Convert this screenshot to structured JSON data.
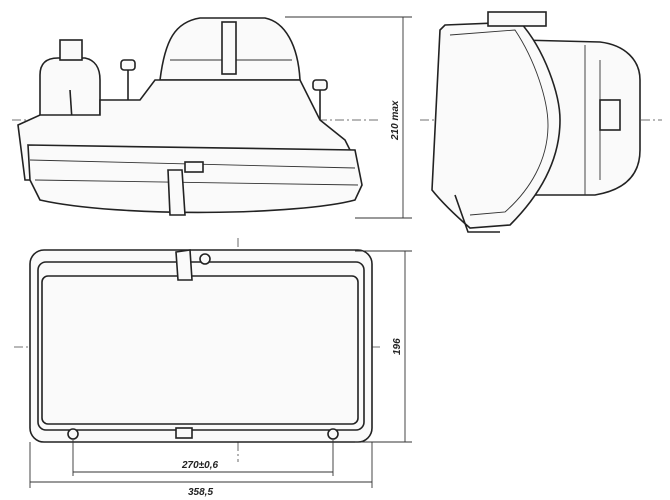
{
  "drawing": {
    "title": "Headlight dimensional drawing",
    "dimensions": {
      "height_side": "210 max",
      "height_front": "196",
      "mount_spacing": "270±0,6",
      "overall_width": "358,5"
    },
    "colors": {
      "line": "#222222",
      "background": "#ffffff"
    }
  }
}
